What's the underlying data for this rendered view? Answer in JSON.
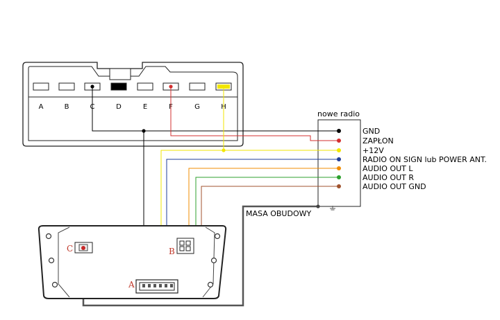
{
  "connector": {
    "pins": [
      "A",
      "B",
      "C",
      "D",
      "E",
      "F",
      "G",
      "H"
    ]
  },
  "radio_box": {
    "title": "nowe radio"
  },
  "outputs": [
    {
      "label": "GND",
      "color": "#000000"
    },
    {
      "label": "ZAPŁON",
      "color": "#d32f2f"
    },
    {
      "label": "+12V",
      "color": "#f2e600"
    },
    {
      "label": "RADIO ON SIGN lub POWER ANT.",
      "color": "#1f3c99"
    },
    {
      "label": "AUDIO OUT L",
      "color": "#f08c00"
    },
    {
      "label": "AUDIO OUT R",
      "color": "#2ca02c"
    },
    {
      "label": "AUDIO OUT GND",
      "color": "#a0522d"
    }
  ],
  "ground_label": "MASA OBUDOWY",
  "unit": {
    "plug_labels": {
      "a": "A",
      "b": "B",
      "c": "C"
    }
  },
  "colors": {
    "wire_gray": "#555555",
    "label_red": "#c0392b"
  }
}
